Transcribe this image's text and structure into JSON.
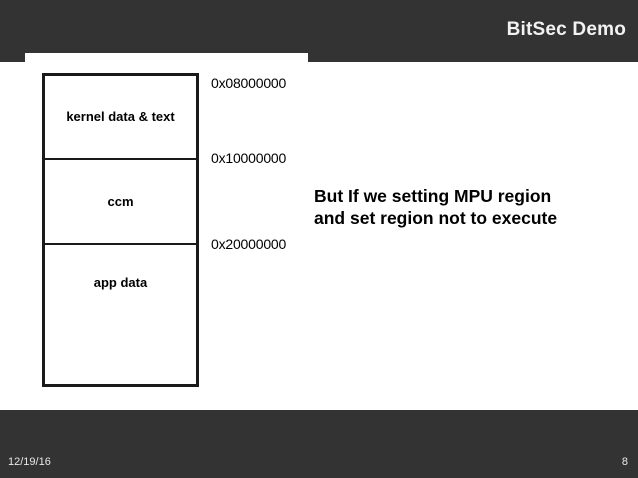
{
  "header": {
    "title": "BitSec Demo",
    "background_color": "#333333",
    "title_color": "#f2f2f2"
  },
  "diagram": {
    "name": "memory-map",
    "border_color": "#1a1a1a",
    "regions": [
      {
        "label": "kernel data & text"
      },
      {
        "label": "ccm"
      },
      {
        "label": "app data"
      }
    ],
    "address_labels": [
      {
        "value": "0x08000000"
      },
      {
        "value": "0x10000000"
      },
      {
        "value": "0x20000000"
      }
    ]
  },
  "body": {
    "lines": [
      "But If we setting MPU region",
      "and set region not to execute"
    ]
  },
  "footer": {
    "date": "12/19/16",
    "page_number": "8",
    "background_color": "#333333",
    "text_color": "#e8e8e8"
  }
}
